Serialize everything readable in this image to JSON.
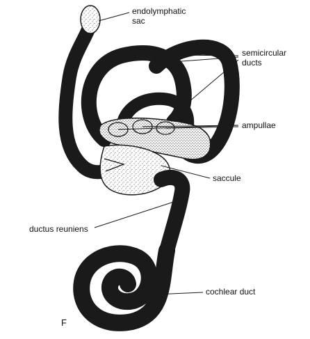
{
  "labels": {
    "endolymphatic_sac_line1": "endolymphatic",
    "endolymphatic_sac_line2": "sac",
    "semicircular_ducts_line1": "semicircular",
    "semicircular_ducts_line2": "ducts",
    "ampullae": "ampullae",
    "saccule": "saccule",
    "ductus_reuniens": "ductus reuniens",
    "cochlear_duct": "cochlear duct",
    "panel_letter": "F"
  },
  "colors": {
    "ink": "#1a1a1a",
    "fill": "#ffffff",
    "stipple": "#2b2b2b"
  }
}
